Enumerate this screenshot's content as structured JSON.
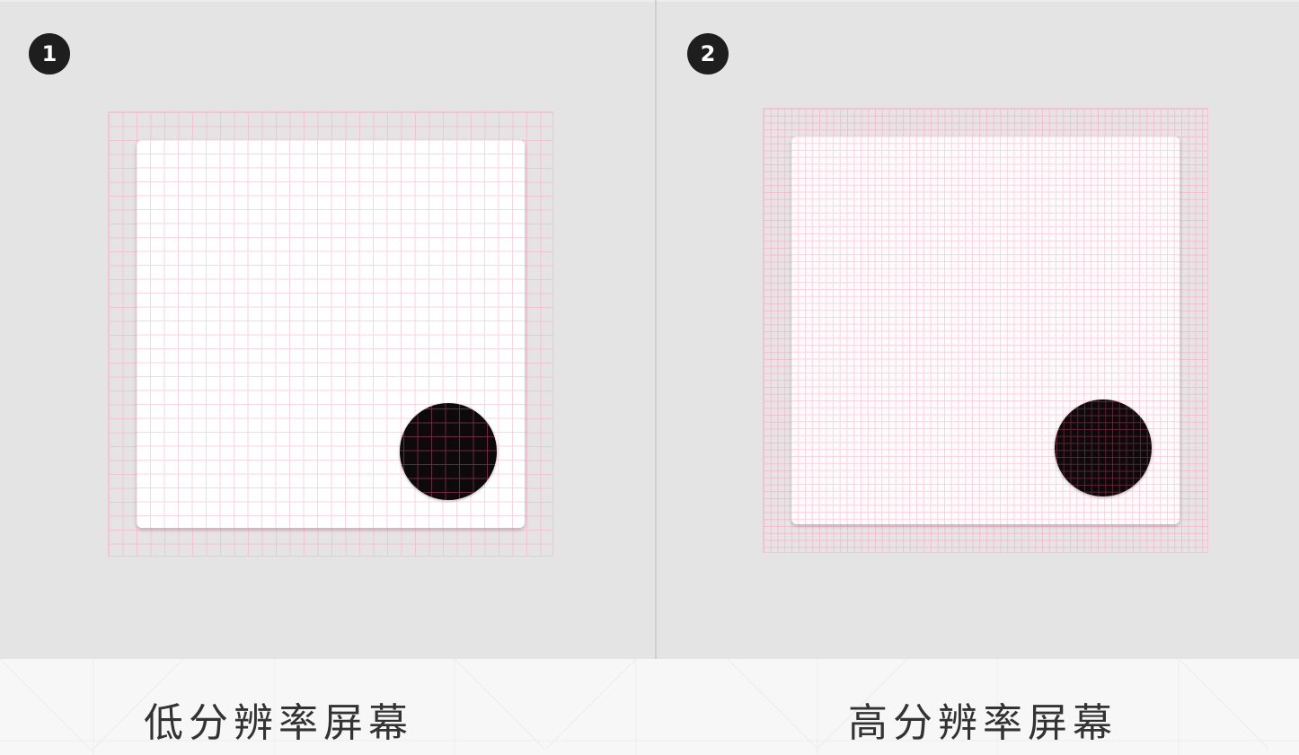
{
  "panels": [
    {
      "badge": "1",
      "caption": "低分辨率屏幕",
      "grid_density": "coarse"
    },
    {
      "badge": "2",
      "caption": "高分辨率屏幕",
      "grid_density": "fine"
    }
  ],
  "colors": {
    "background": "#e4e4e4",
    "grid_line": "#f0c4d1",
    "card": "#ffffff",
    "dot": "#0e0a0c",
    "badge": "#1e1e1e"
  }
}
